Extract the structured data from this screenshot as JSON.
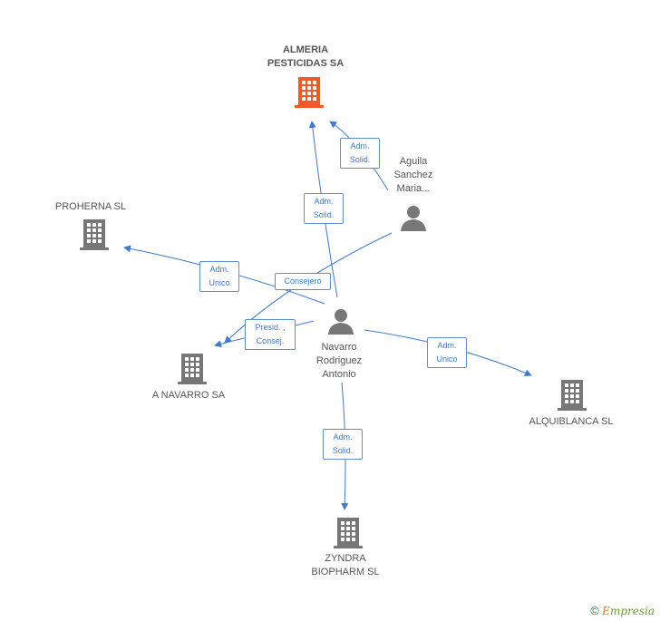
{
  "colors": {
    "edge": "#3d7ad0",
    "building_main": "#ee5a2a",
    "building": "#777777",
    "person": "#777777"
  },
  "nodes": {
    "almeria": {
      "label": "ALMERIA\nPESTICIDAS SA",
      "icon": "building-icon"
    },
    "aguila": {
      "label": "Aguila\nSanchez\nMaria...",
      "icon": "person-icon"
    },
    "proherna": {
      "label": "PROHERNA SL",
      "icon": "building-icon"
    },
    "anavarro": {
      "label": "A NAVARRO SA",
      "icon": "building-icon"
    },
    "navarro": {
      "label": "Navarro\nRodriguez\nAntonio",
      "icon": "person-icon"
    },
    "alquiblanca": {
      "label": "ALQUIBLANCA SL",
      "icon": "building-icon"
    },
    "zyndra": {
      "label": "ZYNDRA\nBIOPHARM SL",
      "icon": "building-icon"
    }
  },
  "relations": {
    "aguila_almeria": "Adm.\nSolid.",
    "navarro_almeria": "Adm.\nSolid.",
    "navarro_proherna": "Adm.\nUnico",
    "aguila_anavarro": "Consejero",
    "navarro_anavarro": "Presid. ,\nConsej.",
    "navarro_alquiblanca": "Adm.\nUnico",
    "navarro_zyndra": "Adm.\nSolid."
  },
  "footer": {
    "copyright": "©",
    "brand_first": "E",
    "brand_rest": "mpresia"
  }
}
